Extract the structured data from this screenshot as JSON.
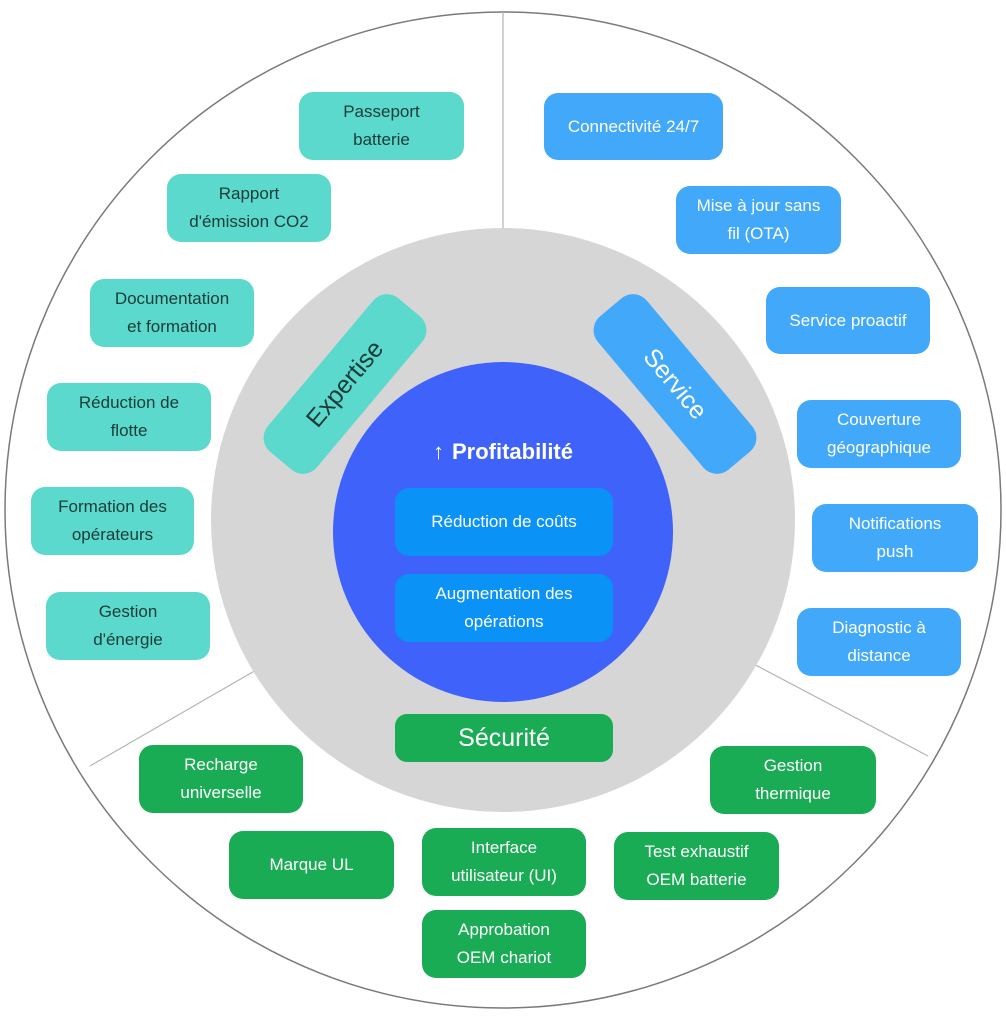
{
  "center": {
    "arrow": "↑",
    "title": "Profitabilité",
    "items": [
      [
        "Réduction de coûts"
      ],
      [
        "Augmentation des",
        "opérations"
      ]
    ]
  },
  "sectors": {
    "expertise": {
      "label": "Expertise",
      "color": "#5ad9cc",
      "items": [
        [
          "Passeport",
          "batterie"
        ],
        [
          "Rapport",
          "d'émission CO2"
        ],
        [
          "Documentation",
          "et formation"
        ],
        [
          "Réduction de",
          "flotte"
        ],
        [
          "Formation des",
          "opérateurs"
        ],
        [
          "Gestion",
          "d'énergie"
        ]
      ]
    },
    "service": {
      "label": "Service",
      "color": "#42a8f9",
      "items": [
        [
          "Connectivité 24/7"
        ],
        [
          "Mise à jour sans",
          "fil (OTA)"
        ],
        [
          "Service proactif"
        ],
        [
          "Couverture",
          "géographique"
        ],
        [
          "Notifications",
          "push"
        ],
        [
          "Diagnostic à",
          "distance"
        ]
      ]
    },
    "securite": {
      "label": "Sécurité",
      "color": "#1aab55",
      "items": [
        [
          "Recharge",
          "universelle"
        ],
        [
          "Marque UL"
        ],
        [
          "Interface",
          "utilisateur (UI)"
        ],
        [
          "Approbation",
          "OEM chariot"
        ],
        [
          "Gestion",
          "thermique"
        ],
        [
          "Test exhaustif",
          "OEM batterie"
        ]
      ]
    }
  }
}
